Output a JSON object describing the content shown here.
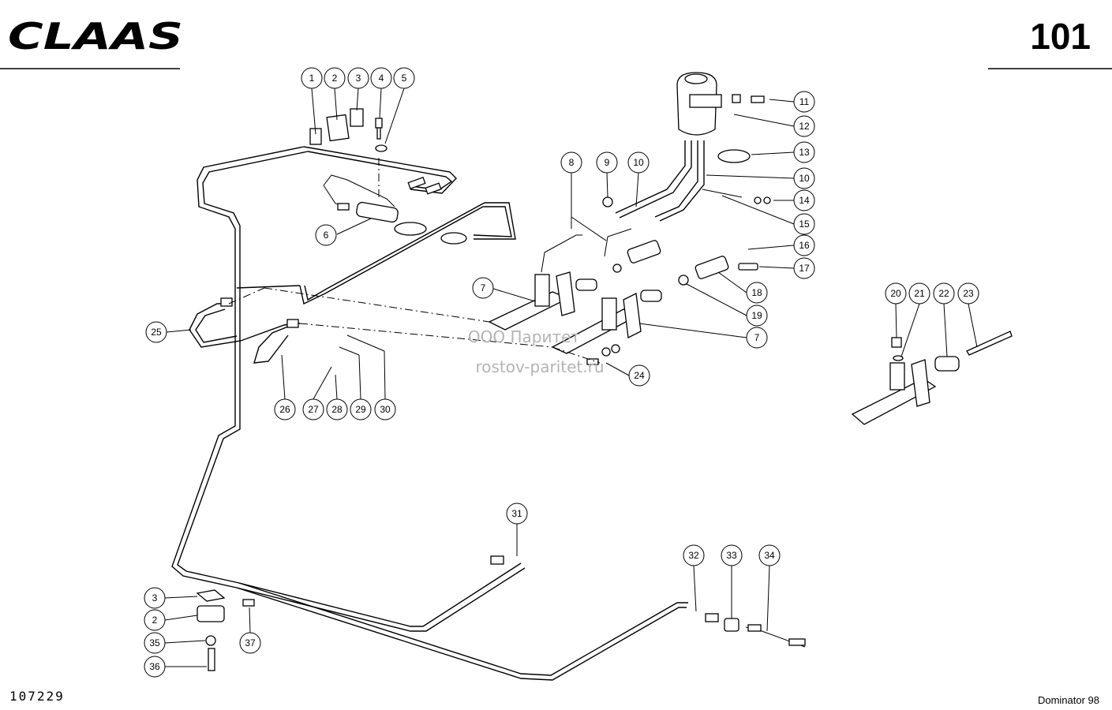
{
  "header": {
    "logo": "CLAAS",
    "page_number": "101"
  },
  "footer": {
    "drawing_number": "107229",
    "model": "Dominator 98"
  },
  "watermark": {
    "line1": "ООО Паритет",
    "line2": "rostov-paritet.ru"
  },
  "callouts": [
    "1",
    "2",
    "3",
    "4",
    "5",
    "6",
    "7",
    "8",
    "9",
    "10",
    "11",
    "12",
    "13",
    "10",
    "14",
    "15",
    "16",
    "17",
    "18",
    "19",
    "7",
    "20",
    "21",
    "22",
    "23",
    "24",
    "25",
    "26",
    "27",
    "28",
    "29",
    "30",
    "31",
    "32",
    "33",
    "34",
    "3",
    "2",
    "35",
    "36",
    "37"
  ]
}
